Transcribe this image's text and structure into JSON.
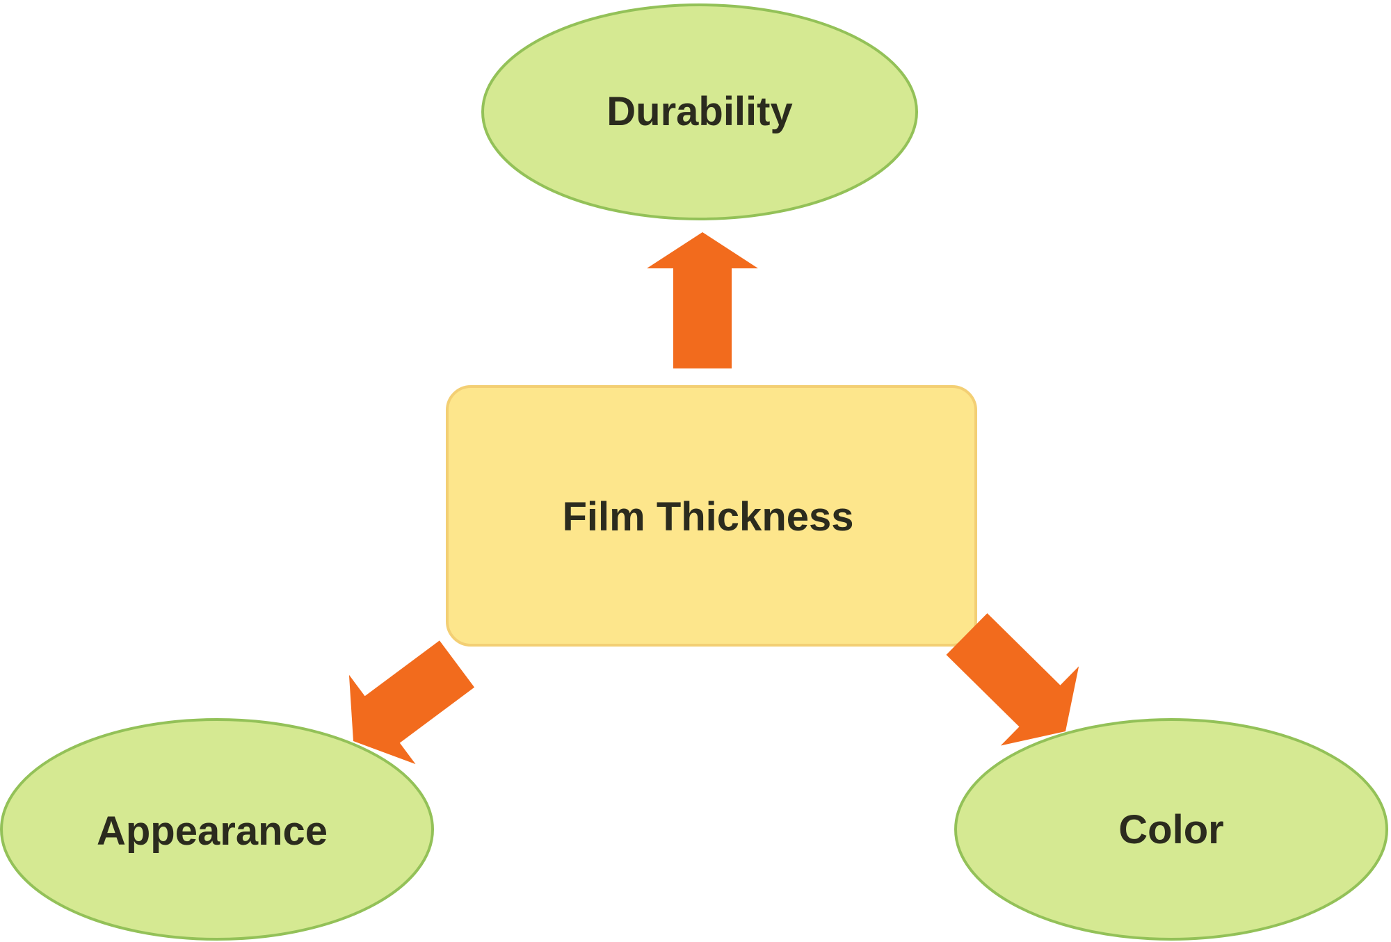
{
  "diagram": {
    "center": {
      "label": "Film Thickness"
    },
    "outcomes": [
      {
        "id": "durability",
        "label": "Durability"
      },
      {
        "id": "appearance",
        "label": "Appearance"
      },
      {
        "id": "color",
        "label": "Color"
      }
    ],
    "colors": {
      "ellipse_fill": "#d5e992",
      "ellipse_stroke": "#93c158",
      "box_fill": "#fde68c",
      "box_stroke": "#f3cf74",
      "arrow": "#f26b1d"
    }
  }
}
